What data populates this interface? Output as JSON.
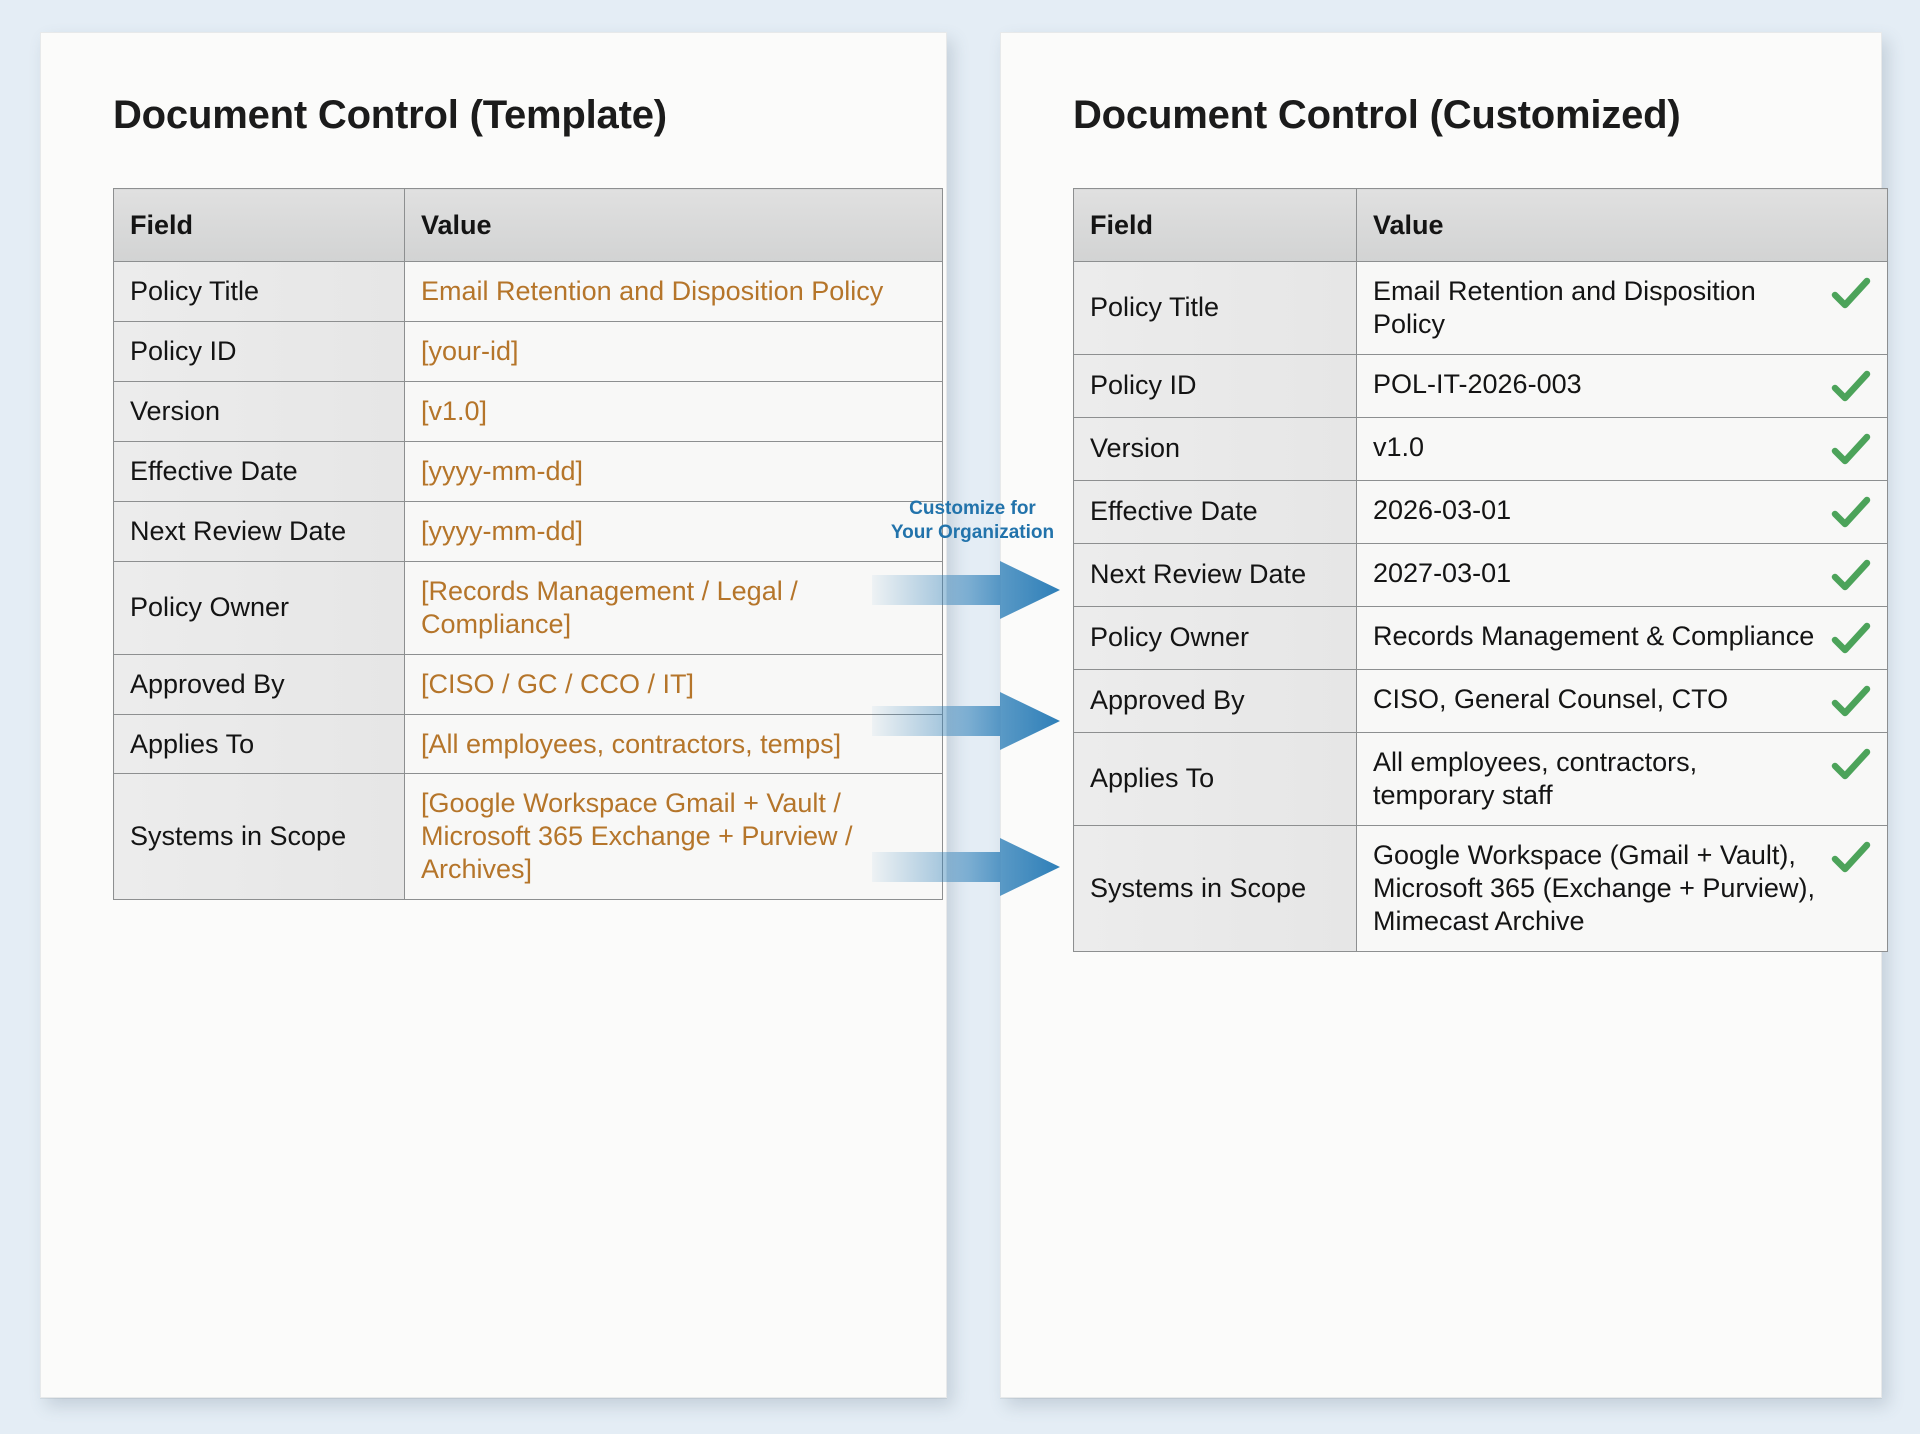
{
  "columns": [
    "Field",
    "Value"
  ],
  "left_panel": {
    "title": "Document Control (Template)",
    "rows": [
      {
        "field": "Policy Title",
        "value": "Email Retention and Disposition Policy"
      },
      {
        "field": "Policy ID",
        "value": "[your-id]"
      },
      {
        "field": "Version",
        "value": "[v1.0]"
      },
      {
        "field": "Effective Date",
        "value": "[yyyy-mm-dd]"
      },
      {
        "field": "Next Review Date",
        "value": "[yyyy-mm-dd]"
      },
      {
        "field": "Policy Owner",
        "value": "[Records Management / Legal / Compliance]"
      },
      {
        "field": "Approved By",
        "value": "[CISO / GC / CCO / IT]"
      },
      {
        "field": "Applies To",
        "value": "[All employees, contractors, temps]"
      },
      {
        "field": "Systems in Scope",
        "value": "[Google Workspace Gmail + Vault / Microsoft 365 Exchange + Purview / Archives]"
      }
    ]
  },
  "right_panel": {
    "title": "Document Control (Customized)",
    "rows": [
      {
        "field": "Policy Title",
        "value": "Email Retention and Disposition Policy",
        "check": "check-icon"
      },
      {
        "field": "Policy ID",
        "value": "POL-IT-2026-003",
        "check": "check-icon"
      },
      {
        "field": "Version",
        "value": "v1.0",
        "check": "check-icon"
      },
      {
        "field": "Effective Date",
        "value": "2026-03-01",
        "check": "check-icon"
      },
      {
        "field": "Next Review Date",
        "value": "2027-03-01",
        "check": "check-icon"
      },
      {
        "field": "Policy Owner",
        "value": "Records Management & Compliance",
        "check": "check-icon"
      },
      {
        "field": "Approved By",
        "value": "CISO, General Counsel, CTO",
        "check": "check-icon"
      },
      {
        "field": "Applies To",
        "value": "All employees, contractors, temporary staff",
        "check": "check-icon"
      },
      {
        "field": "Systems in Scope",
        "value": "Google Workspace (Gmail + Vault), Microsoft 365 (Exchange + Purview), Mimecast Archive",
        "check": "check-icon"
      }
    ]
  },
  "connector": {
    "label_line1": "Customize for",
    "label_line2": "Your Organization",
    "label": "Customize for Your Organization",
    "arrow_count": 3,
    "icon": "arrow-right-icon"
  },
  "colors": {
    "background": "#e4edf5",
    "card": "#fbfbfa",
    "placeholder_orange": "#b5752a",
    "label_blue": "#2273ab",
    "arrow_blue": "#2e7fb8",
    "arrow_blue_light": "#d8e8f3",
    "check_green": "#4ca35a",
    "header_gray": "#d8d8d8",
    "border_gray": "#8d8f90",
    "text": "#141414"
  }
}
